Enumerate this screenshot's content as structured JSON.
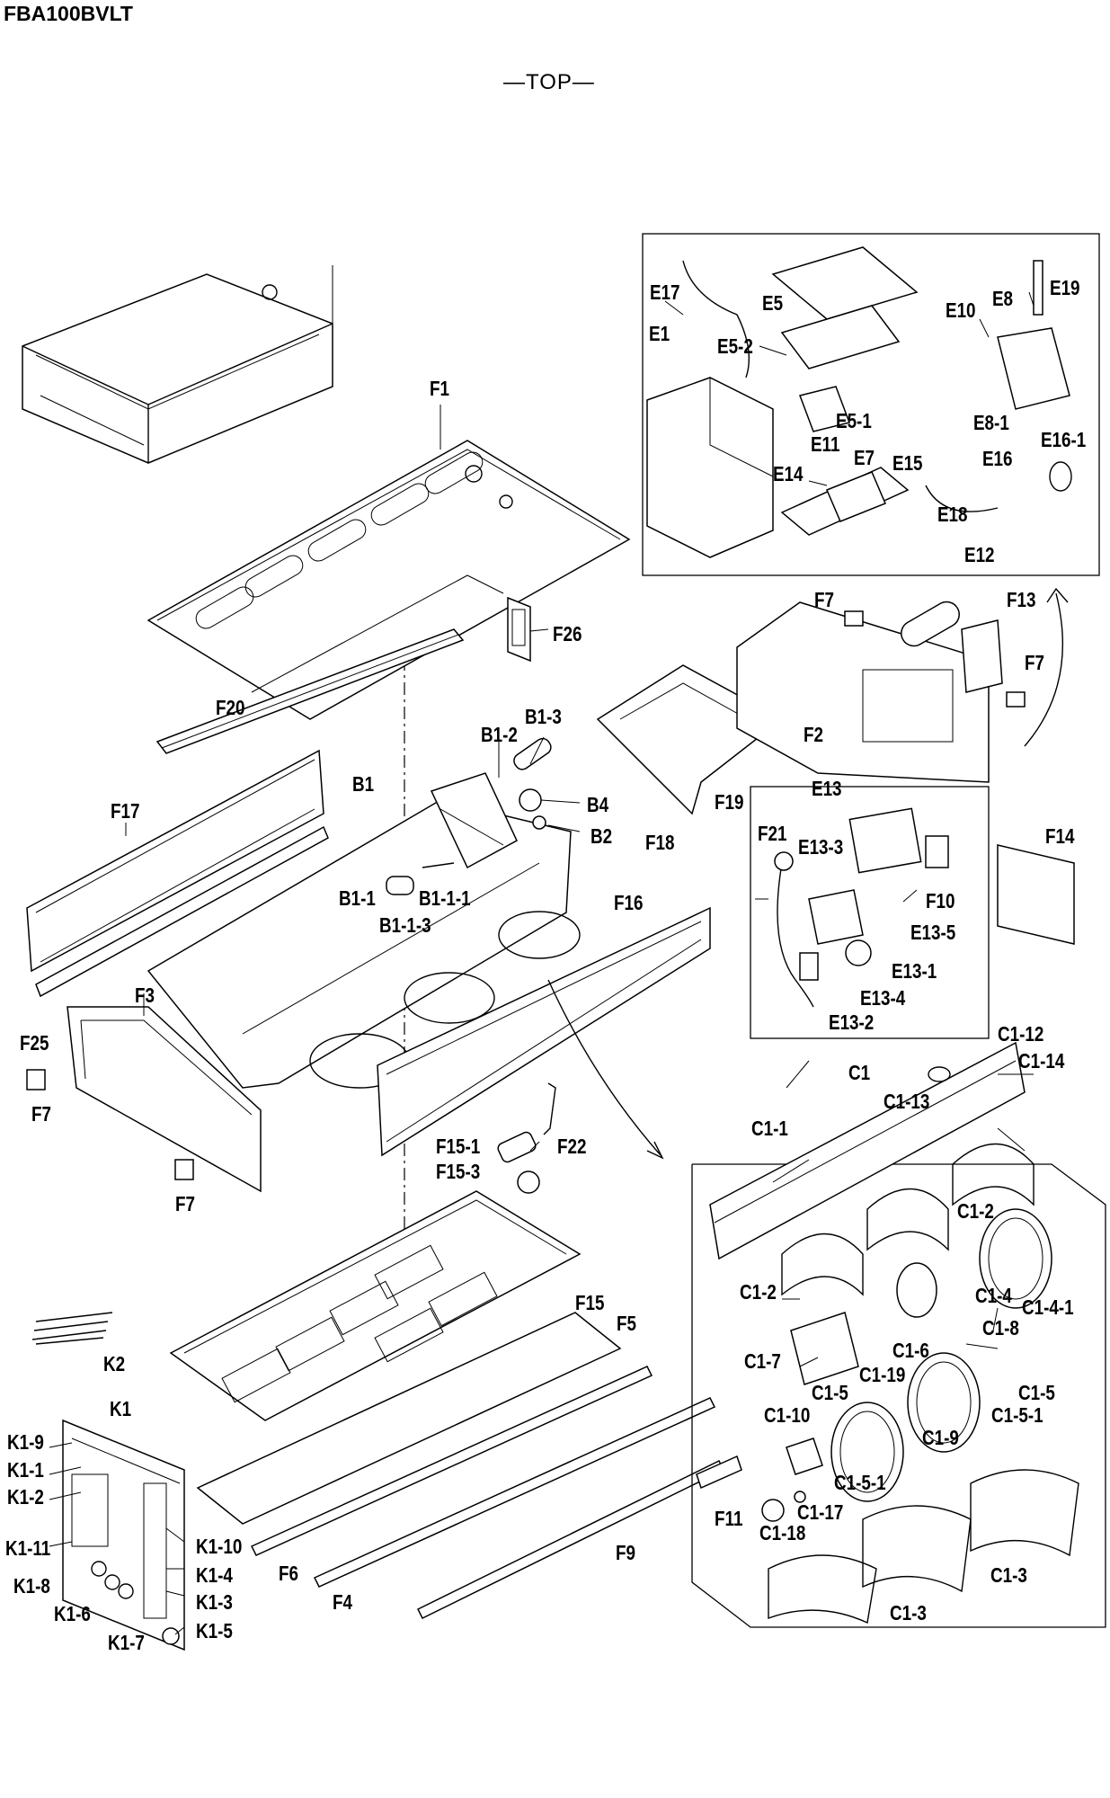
{
  "header": {
    "model": "FBA100BVLT",
    "view": "—TOP—"
  },
  "callouts": {
    "F1": "F1",
    "F2": "F2",
    "F3": "F3",
    "F4": "F4",
    "F5": "F5",
    "F6": "F6",
    "F7a": "F7",
    "F7b": "F7",
    "F7c": "F7",
    "F7d": "F7",
    "F9": "F9",
    "F10": "F10",
    "F11": "F11",
    "F13": "F13",
    "F14": "F14",
    "F15": "F15",
    "F15_1": "F15-1",
    "F15_3": "F15-3",
    "F16": "F16",
    "F17": "F17",
    "F18": "F18",
    "F19": "F19",
    "F20": "F20",
    "F21": "F21",
    "F22": "F22",
    "F25": "F25",
    "F26": "F26",
    "B1": "B1",
    "B1_1": "B1-1",
    "B1_1_1": "B1-1-1",
    "B1_1_3": "B1-1-3",
    "B1_2": "B1-2",
    "B1_3": "B1-3",
    "B2": "B2",
    "B4": "B4",
    "E1": "E1",
    "E5": "E5",
    "E5_1": "E5-1",
    "E5_2": "E5-2",
    "E7": "E7",
    "E8": "E8",
    "E8_1": "E8-1",
    "E10": "E10",
    "E11": "E11",
    "E12": "E12",
    "E13": "E13",
    "E13_1": "E13-1",
    "E13_2": "E13-2",
    "E13_3": "E13-3",
    "E13_4": "E13-4",
    "E13_5": "E13-5",
    "E14": "E14",
    "E15": "E15",
    "E16": "E16",
    "E16_1": "E16-1",
    "E17": "E17",
    "E18": "E18",
    "E19": "E19",
    "C1": "C1",
    "C1_1": "C1-1",
    "C1_2a": "C1-2",
    "C1_2b": "C1-2",
    "C1_3a": "C1-3",
    "C1_3b": "C1-3",
    "C1_4": "C1-4",
    "C1_4_1": "C1-4-1",
    "C1_5a": "C1-5",
    "C1_5b": "C1-5",
    "C1_5_1a": "C1-5-1",
    "C1_5_1b": "C1-5-1",
    "C1_6": "C1-6",
    "C1_7": "C1-7",
    "C1_8": "C1-8",
    "C1_9": "C1-9",
    "C1_10": "C1-10",
    "C1_12": "C1-12",
    "C1_13": "C1-13",
    "C1_14": "C1-14",
    "C1_17": "C1-17",
    "C1_18": "C1-18",
    "C1_19": "C1-19",
    "K1": "K1",
    "K1_1": "K1-1",
    "K1_2": "K1-2",
    "K1_3": "K1-3",
    "K1_4": "K1-4",
    "K1_5": "K1-5",
    "K1_6": "K1-6",
    "K1_7": "K1-7",
    "K1_8": "K1-8",
    "K1_9": "K1-9",
    "K1_10": "K1-10",
    "K1_11": "K1-11",
    "K2": "K2"
  }
}
